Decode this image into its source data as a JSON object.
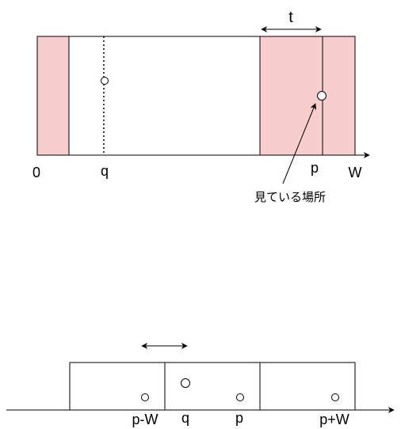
{
  "top": {
    "axis_label_0": "0",
    "axis_label_q": "q",
    "axis_label_p": "p",
    "axis_label_W": "W",
    "width_label": "t",
    "annotation": "見ている場所",
    "shade_color": "#f8cecc"
  },
  "bottom": {
    "label_pw_minus": "p-W",
    "label_q": "q",
    "label_p": "p",
    "label_pw_plus": "p+W"
  }
}
